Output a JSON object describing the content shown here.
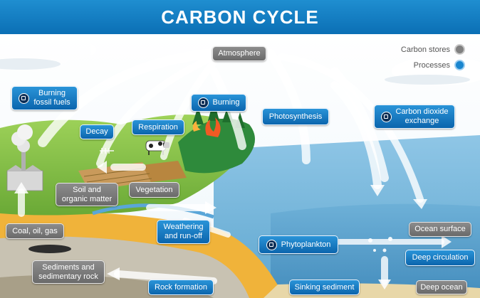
{
  "title": "CARBON CYCLE",
  "legend": {
    "stores_label": "Carbon stores",
    "processes_label": "Processes",
    "store_color": "#808080",
    "process_color": "#1a86cf"
  },
  "stores": {
    "atmosphere": "Atmosphere",
    "soil": "Soil and\norganic matter",
    "vegetation": "Vegetation",
    "coal": "Coal, oil, gas",
    "sediments": "Sediments and\nsedimentary rock",
    "ocean_surface": "Ocean surface",
    "deep_ocean": "Deep ocean"
  },
  "processes": {
    "burning_fossil": "Burning\nfossil fuels",
    "decay": "Decay",
    "respiration": "Respiration",
    "burning": "Burning",
    "photosynthesis": "Photosynthesis",
    "co2_exchange": "Carbon dioxide\nexchange",
    "weathering": "Weathering\nand run-off",
    "phytoplankton": "Phytoplankton",
    "deep_circulation": "Deep circulation",
    "rock_formation": "Rock formation",
    "sinking_sediment": "Sinking sediment"
  },
  "icons": [
    "camera-icon"
  ]
}
